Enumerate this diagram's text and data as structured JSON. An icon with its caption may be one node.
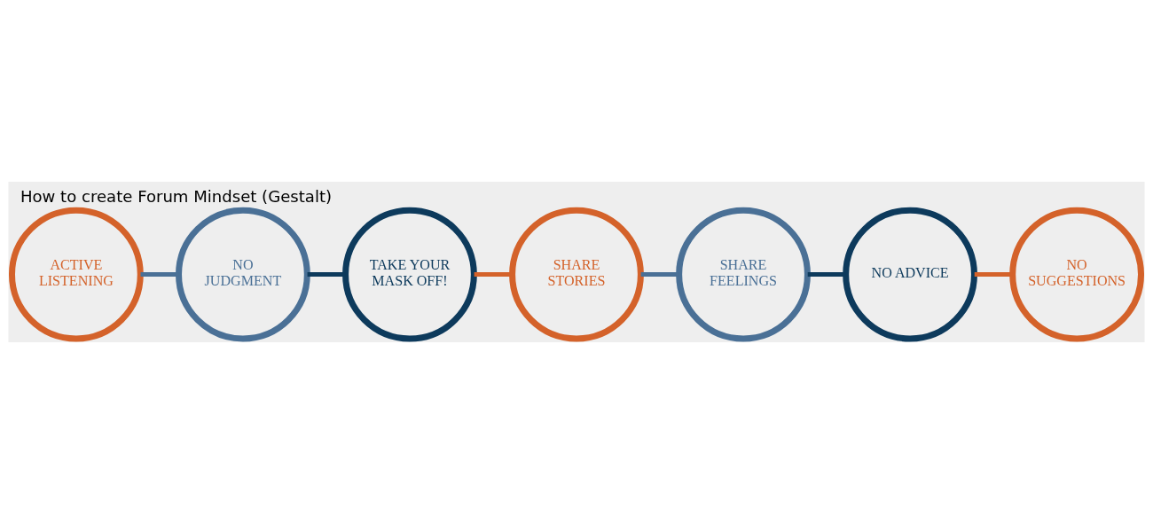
{
  "diagram": {
    "title": "How to create Forum Mindset (Gestalt)",
    "nodes": [
      {
        "text": [
          "ACTIVE LISTENING"
        ]
      },
      {
        "text": [
          "NO JUDGMENT"
        ]
      },
      {
        "text": [
          "TAKE YOUR MASK OFF!"
        ]
      },
      {
        "text": [
          "SHARE STORIES"
        ]
      },
      {
        "text": [
          "SHARE FEELINGS"
        ]
      },
      {
        "text": [
          "NO ADVICE"
        ]
      },
      {
        "text": [
          "NO SUGGESTIONS"
        ]
      }
    ],
    "edges": [
      {
        "from": 0,
        "to": 1,
        "arrow": "none",
        "color": "#4a7096"
      },
      {
        "from": 1,
        "to": 2,
        "arrow": "none",
        "color": "#0d3a5c"
      },
      {
        "from": 2,
        "to": 3,
        "arrow": "none",
        "color": "#d4622a"
      },
      {
        "from": 3,
        "to": 4,
        "arrow": "none",
        "color": "#4a7096"
      },
      {
        "from": 4,
        "to": 5,
        "arrow": "none",
        "color": "#0d3a5c"
      },
      {
        "from": 5,
        "to": 6,
        "arrow": "none",
        "color": "#d4622a"
      }
    ]
  }
}
